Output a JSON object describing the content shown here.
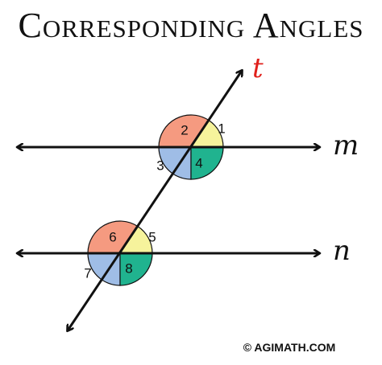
{
  "title": "Corresponding Angles",
  "copyright": "© AGIMATH.COM",
  "colors": {
    "line": "#111111",
    "transversal_label": "#e0201b",
    "parallel_label": "#111111",
    "angle_top_left": "#f59a80",
    "angle_top_right": "#f6f39c",
    "angle_bottom_left": "#9fbde6",
    "angle_bottom_right": "#20b38f"
  },
  "lines": {
    "transversal": {
      "label": "t"
    },
    "upper": {
      "label": "m"
    },
    "lower": {
      "label": "n"
    }
  },
  "intersections": [
    {
      "id": "upper",
      "angles": [
        {
          "number": "1",
          "position": "top-right"
        },
        {
          "number": "2",
          "position": "top-left"
        },
        {
          "number": "3",
          "position": "bottom-left"
        },
        {
          "number": "4",
          "position": "bottom-right"
        }
      ]
    },
    {
      "id": "lower",
      "angles": [
        {
          "number": "5",
          "position": "top-right"
        },
        {
          "number": "6",
          "position": "top-left"
        },
        {
          "number": "7",
          "position": "bottom-left"
        },
        {
          "number": "8",
          "position": "bottom-right"
        }
      ]
    }
  ]
}
